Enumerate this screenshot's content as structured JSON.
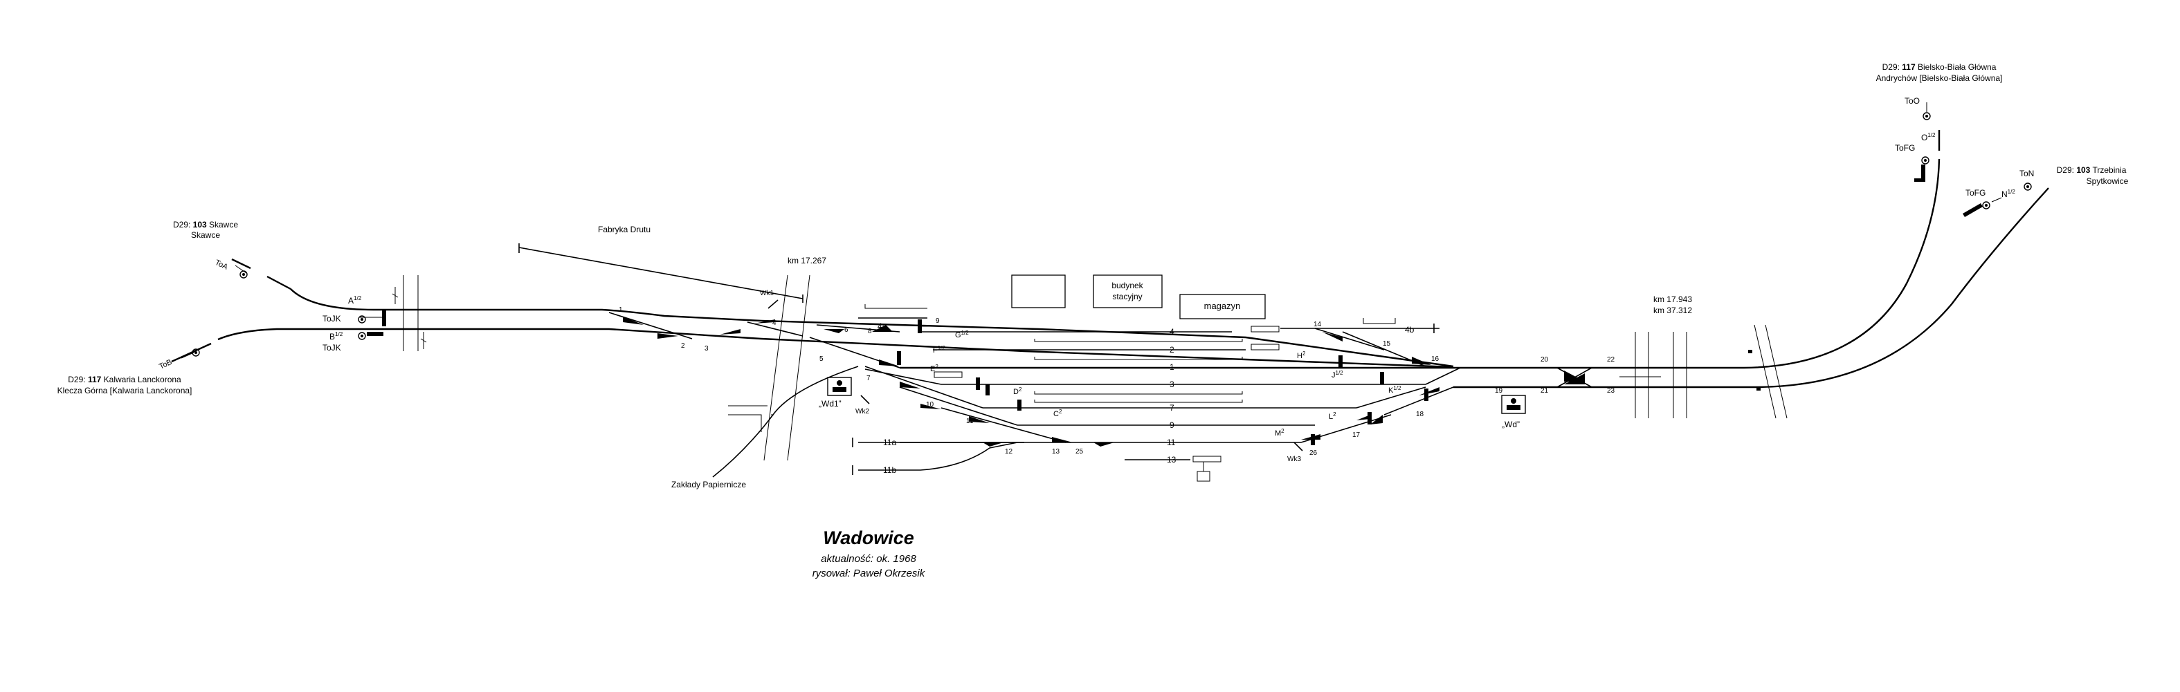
{
  "title": {
    "name": "Wadowice",
    "line1": "aktualność: ok. 1968",
    "line2": "rysował: Paweł Okrzesik"
  },
  "destinations": {
    "skawce": {
      "line1_prefix": "D29: ",
      "line1_num": "103",
      "line1_suffix": " Skawce",
      "line2": "Skawce"
    },
    "kalwaria": {
      "line1_prefix": "D29: ",
      "line1_num": "117",
      "line1_suffix": " Kalwaria Lanckorona",
      "line2": "Klecza Górna [Kalwaria Lanckorona]"
    },
    "bielsko": {
      "line1_prefix": "D29: ",
      "line1_num": "117",
      "line1_suffix": " Bielsko-Biała Główna",
      "line2": "Andrychów [Bielsko-Biała Główna]"
    },
    "trzebinia": {
      "line1_prefix": "D29: ",
      "line1_num": "103",
      "line1_suffix": " Trzebinia",
      "line2": "Spytkowice"
    }
  },
  "places": {
    "fabryka": "Fabryka Drutu",
    "papiernicze": "Zakłady Papiernicze",
    "budynek_l1": "budynek",
    "budynek_l2": "stacyjny",
    "magazyn": "magazyn"
  },
  "km": {
    "west": "km 17.267",
    "east1": "km 17.943",
    "east2": "km 37.312"
  },
  "boxes": {
    "wd1": "„Wd1”",
    "wd": "„Wd”",
    "wk1": "Wk1",
    "wk2": "Wk2",
    "wk3": "Wk3"
  },
  "signals": {
    "toa": "ToA",
    "tob": "ToB",
    "tojk1": "ToJK",
    "tojk2": "ToJK",
    "a": "A",
    "a_sup": "1/2",
    "b": "B",
    "b_sup": "1/2",
    "too": "ToO",
    "o": "O",
    "o_sup": "1/2",
    "tofg1": "ToFG",
    "tofg2": "ToFG",
    "ton": "ToN",
    "n": "N",
    "n_sup": "1/2",
    "g": "G",
    "g_sup": "1/2",
    "f": "F",
    "f_sup": "1/2",
    "e": "E",
    "e_sup": "2",
    "d": "D",
    "d_sup": "2",
    "c": "C",
    "c_sup": "2",
    "h": "H",
    "h_sup": "2",
    "j": "J",
    "j_sup": "1/2",
    "k": "K",
    "k_sup": "1/2",
    "l": "L",
    "l_sup": "2",
    "m": "M",
    "m_sup": "2"
  },
  "tracks": {
    "t4": "4",
    "t2": "2",
    "t1": "1",
    "t3": "3",
    "t7": "7",
    "t9": "9",
    "t11": "11",
    "t13": "13",
    "t4a": "4a",
    "t4b": "4b",
    "t11a": "11a",
    "t11b": "11b"
  },
  "switches": {
    "s1": "1",
    "s2": "2",
    "s3": "3",
    "s4": "4",
    "s5": "5",
    "s6": "6",
    "s7": "7",
    "s8": "8",
    "s9": "9",
    "s10": "10",
    "s11": "11",
    "s12": "12",
    "s13": "13",
    "s14": "14",
    "s15": "15",
    "s16": "16",
    "s17": "17",
    "s18": "18",
    "s19": "19",
    "s20": "20",
    "s21": "21",
    "s22": "22",
    "s23": "23",
    "s25": "25",
    "s26": "26"
  }
}
